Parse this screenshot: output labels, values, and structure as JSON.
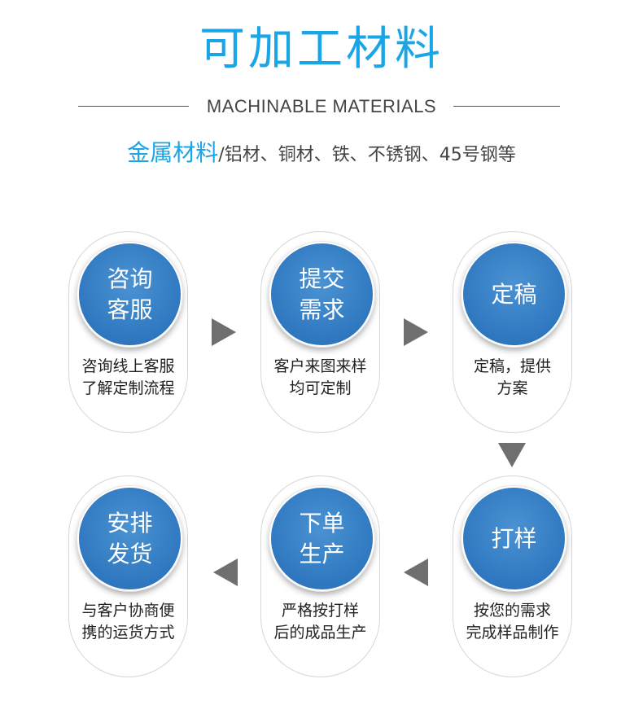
{
  "header": {
    "title": "可加工材料",
    "subtitle": "MACHINABLE MATERIALS",
    "metal_highlight": "金属材料",
    "metal_rest": "/铝材、铜材、铁、不锈钢、45号钢等"
  },
  "steps": [
    {
      "l1": "咨询",
      "l2": "客服",
      "d1": "咨询线上客服",
      "d2": "了解定制流程"
    },
    {
      "l1": "提交",
      "l2": "需求",
      "d1": "客户来图来样",
      "d2": "均可定制"
    },
    {
      "l1": "定稿",
      "l2": "",
      "d1": "定稿，提供",
      "d2": "方案"
    },
    {
      "l1": "打样",
      "l2": "",
      "d1": "按您的需求",
      "d2": "完成样品制作"
    },
    {
      "l1": "下单",
      "l2": "生产",
      "d1": "严格按打样",
      "d2": "后的成品生产"
    },
    {
      "l1": "安排",
      "l2": "发货",
      "d1": "与客户协商便",
      "d2": "携的运货方式"
    }
  ],
  "colors": {
    "accent": "#1aa5e6",
    "circle": "#2f78c0",
    "arrow": "#6f6f6f"
  }
}
